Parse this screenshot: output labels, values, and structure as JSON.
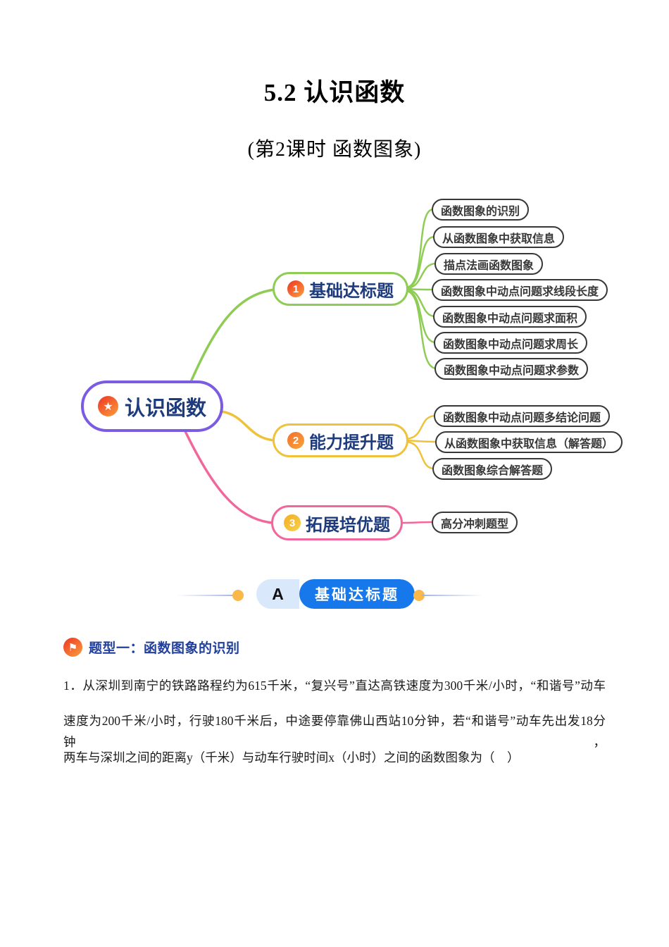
{
  "document": {
    "title": "5.2  认识函数",
    "subtitle": "(第2课时  函数图象)"
  },
  "colors": {
    "purple": "#7c5be3",
    "green": "#8fcc55",
    "yellow": "#efc23c",
    "pink": "#f2679b",
    "navy": "#1d3b7d",
    "leafText": "#383838",
    "badgeBlue": "#1678ea",
    "badgeLightBlue": "#d9e9fb",
    "dotOrange": "#f8b84a",
    "lineBlue": "#9db4e4",
    "iconRed1": "#ee3424",
    "iconRed2": "#fa9f3c",
    "iconOrange": "#f6872d",
    "iconGold": "#f5c02f",
    "headingBlue": "#22409b",
    "ink": "#1a1a1a"
  },
  "icons": {
    "star": "★",
    "flag": "⚑"
  },
  "mindmap": {
    "root": {
      "label": "认识函数"
    },
    "branches": [
      {
        "num": "1",
        "label": "基础达标题",
        "children": [
          "函数图象的识别",
          "从函数图象中获取信息",
          "描点法画函数图象",
          "函数图象中动点问题求线段长度",
          "函数图象中动点问题求面积",
          "函数图象中动点问题求周长",
          "函数图象中动点问题求参数"
        ]
      },
      {
        "num": "2",
        "label": "能力提升题",
        "children": [
          "函数图象中动点问题多结论问题",
          "从函数图象中获取信息（解答题）",
          "函数图象综合解答题"
        ]
      },
      {
        "num": "3",
        "label": "拓展培优题",
        "children": [
          "高分冲刺题型"
        ]
      }
    ]
  },
  "section": {
    "letter": "A",
    "label": "基础达标题"
  },
  "topic": {
    "label": "题型一：函数图象的识别"
  },
  "question": {
    "lines": [
      "1．从深圳到南宁的铁路路程约为615千米，“复兴号”直达高铁速度为300千米/小时，“和谐号”动车",
      "速度为200千米/小时，行驶180千米后，中途要停靠佛山西站10分钟，若“和谐号”动车先出发18分钟，",
      "两车与深圳之间的距离y（千米）与动车行驶时间x（小时）之间的函数图象为（　）"
    ]
  }
}
